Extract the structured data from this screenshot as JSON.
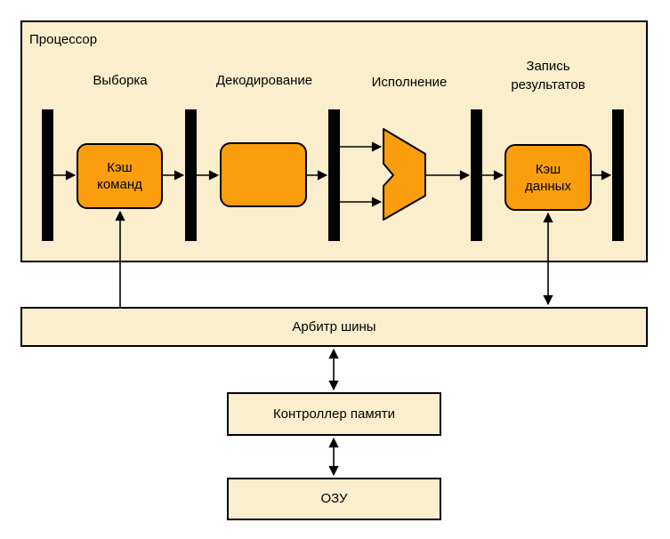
{
  "diagram": {
    "processor": {
      "label": "Процессор"
    },
    "stages": [
      {
        "id": "fetch",
        "label": "Выборка"
      },
      {
        "id": "decode",
        "label": "Декодирование"
      },
      {
        "id": "execute",
        "label": "Исполнение"
      },
      {
        "id": "writeback",
        "label": "Запись результатов"
      }
    ],
    "blocks": {
      "instruction_cache": {
        "label": "Кэш команд"
      },
      "decode_unit": {
        "label": ""
      },
      "alu": {
        "shape": "alu-chevron"
      },
      "data_cache": {
        "label": "Кэш данных"
      },
      "bus_arbiter": {
        "label": "Арбитр шины"
      },
      "memory_controller": {
        "label": "Контроллер памяти"
      },
      "ram": {
        "label": "ОЗУ"
      }
    },
    "colors": {
      "container_fill": "#FBEECC",
      "unit_fill": "#FA9E0D",
      "border": "#000000",
      "background": "#FFFFFF",
      "pipeline_register": "#000000"
    }
  }
}
